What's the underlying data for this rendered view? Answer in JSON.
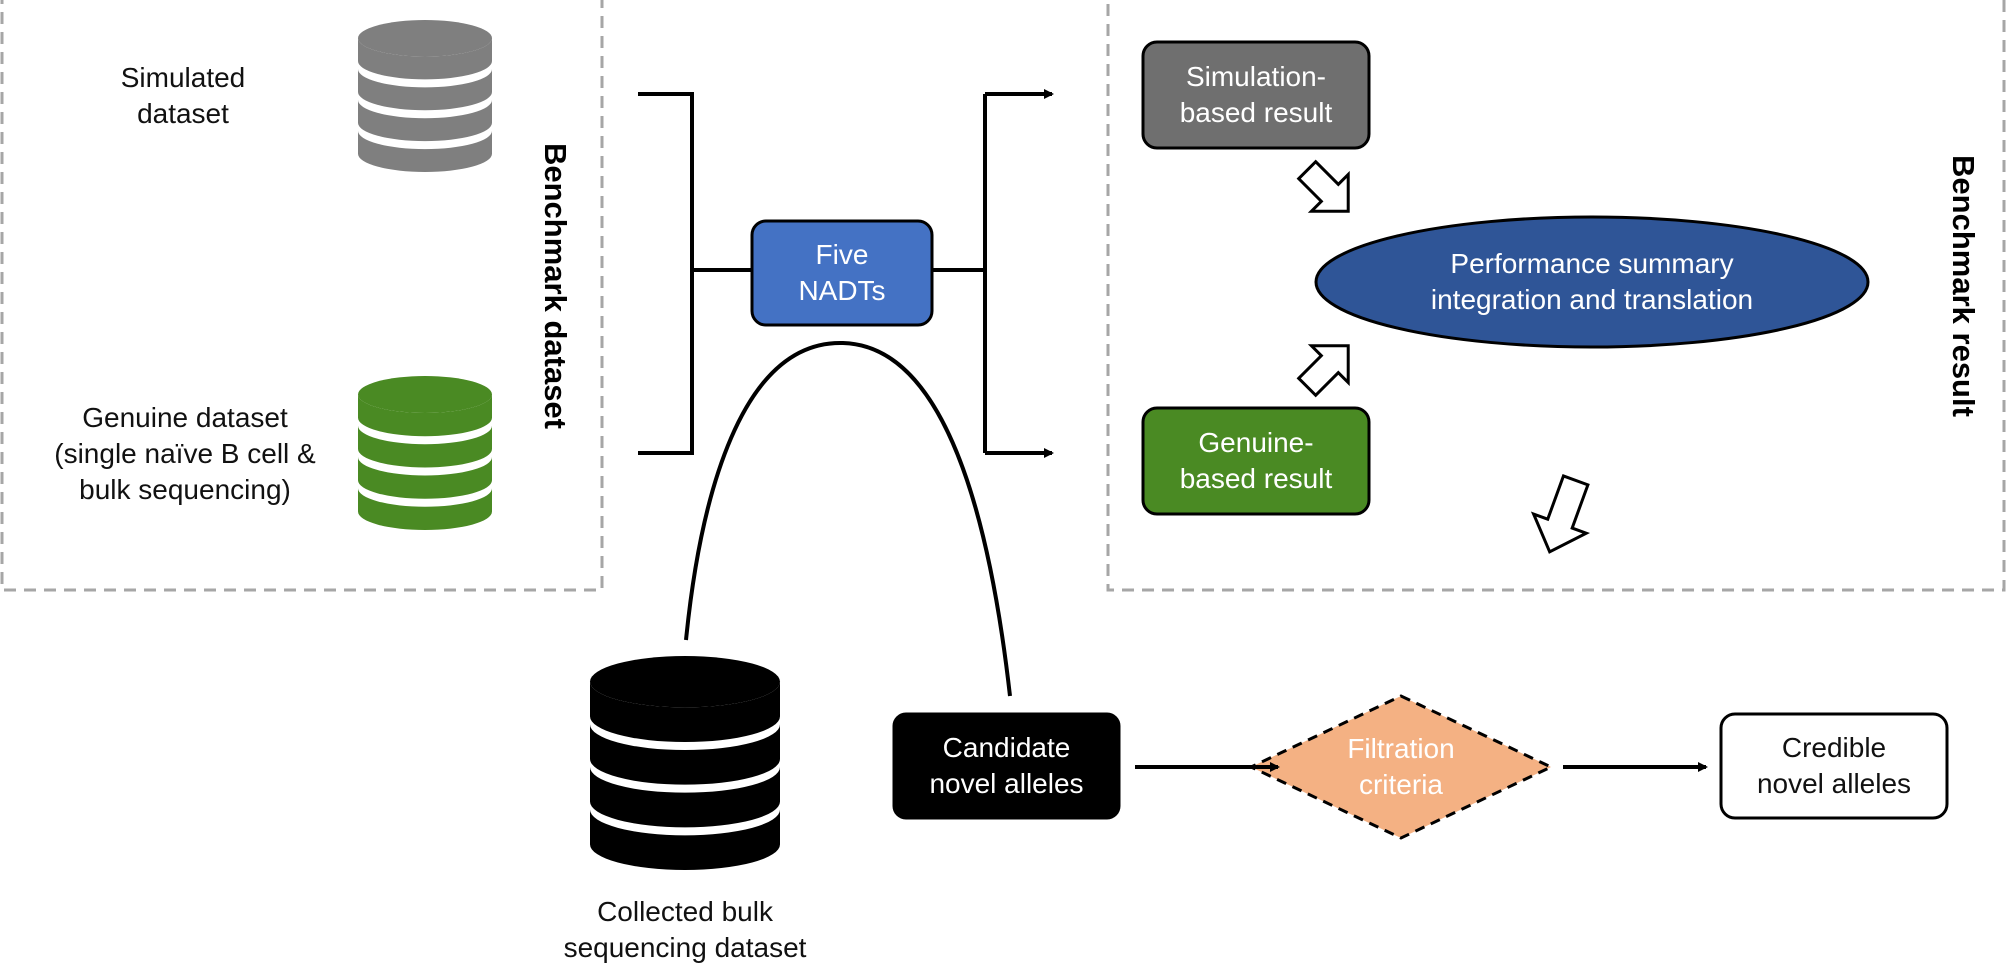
{
  "benchmark_dataset": {
    "title": "Benchmark dataset",
    "simulated": {
      "line1": "Simulated",
      "line2": "dataset",
      "db_color": "#7f7f7f"
    },
    "genuine": {
      "line1": "Genuine dataset",
      "line2": "(single naïve B cell &",
      "line3": "bulk sequencing)",
      "db_color": "#4a8a23"
    }
  },
  "tools": {
    "line1": "Five",
    "line2": "NADTs",
    "fill": "#4472c4"
  },
  "benchmark_result": {
    "title": "Benchmark result",
    "simulation_result": {
      "line1": "Simulation-",
      "line2": "based result",
      "fill": "#6f6f6f"
    },
    "genuine_result": {
      "line1": "Genuine-",
      "line2": "based result",
      "fill": "#4a8a23"
    },
    "summary": {
      "line1": "Performance summary",
      "line2": "integration and translation",
      "fill": "#2f5597"
    }
  },
  "pipeline": {
    "collected": {
      "line1": "Collected bulk",
      "line2": "sequencing dataset",
      "db_color": "#000000"
    },
    "candidate": {
      "line1": "Candidate",
      "line2": "novel alleles",
      "fill": "#000000"
    },
    "filtration": {
      "line1": "Filtration",
      "line2": "criteria",
      "fill": "#f4b183"
    },
    "credible": {
      "line1": "Credible",
      "line2": "novel alleles",
      "fill": "#ffffff"
    }
  }
}
